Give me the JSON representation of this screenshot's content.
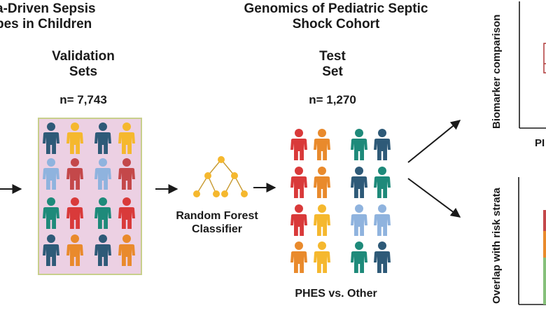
{
  "left_header": {
    "line1": "a-Driven Sepsis",
    "line2": "pes in Children"
  },
  "center_header": {
    "line1": "Genomics of Pediatric Septic",
    "line2": "Shock Cohort"
  },
  "validation": {
    "line1": "Validation",
    "line2": "Sets",
    "count": "n= 7,743"
  },
  "test": {
    "line1": "Test",
    "line2": "Set",
    "count": "n= 1,270",
    "footer": "PHES vs. Other"
  },
  "classifier": {
    "line1": "Random Forest",
    "line2": "Classifier",
    "node_color": "#f5b82e"
  },
  "right_panels": {
    "top_ylabel": "Biomarker comparison",
    "bottom_ylabel": "Overlap with risk strata",
    "top_xtick_partial": "PI"
  },
  "colors": {
    "navy": "#2e5a78",
    "gold": "#f5b82e",
    "lightblue": "#8fb3de",
    "red": "#c4484a",
    "teal": "#1e8a7a",
    "orange": "#e98a2c",
    "crimson": "#d93a3a",
    "box_fill": "#ecd0e3",
    "box_border": "#c8cf8c"
  },
  "validation_grid": [
    [
      "navy",
      "gold",
      "navy",
      "gold"
    ],
    [
      "lightblue",
      "red",
      "lightblue",
      "red"
    ],
    [
      "teal",
      "crimson",
      "teal",
      "crimson"
    ],
    [
      "navy",
      "orange",
      "navy",
      "orange"
    ]
  ],
  "test_grid": [
    [
      "crimson",
      "orange",
      "teal",
      "navy"
    ],
    [
      "crimson",
      "orange",
      "navy",
      "teal"
    ],
    [
      "crimson",
      "gold",
      "lightblue",
      "lightblue"
    ],
    [
      "orange",
      "gold",
      "teal",
      "navy"
    ]
  ]
}
